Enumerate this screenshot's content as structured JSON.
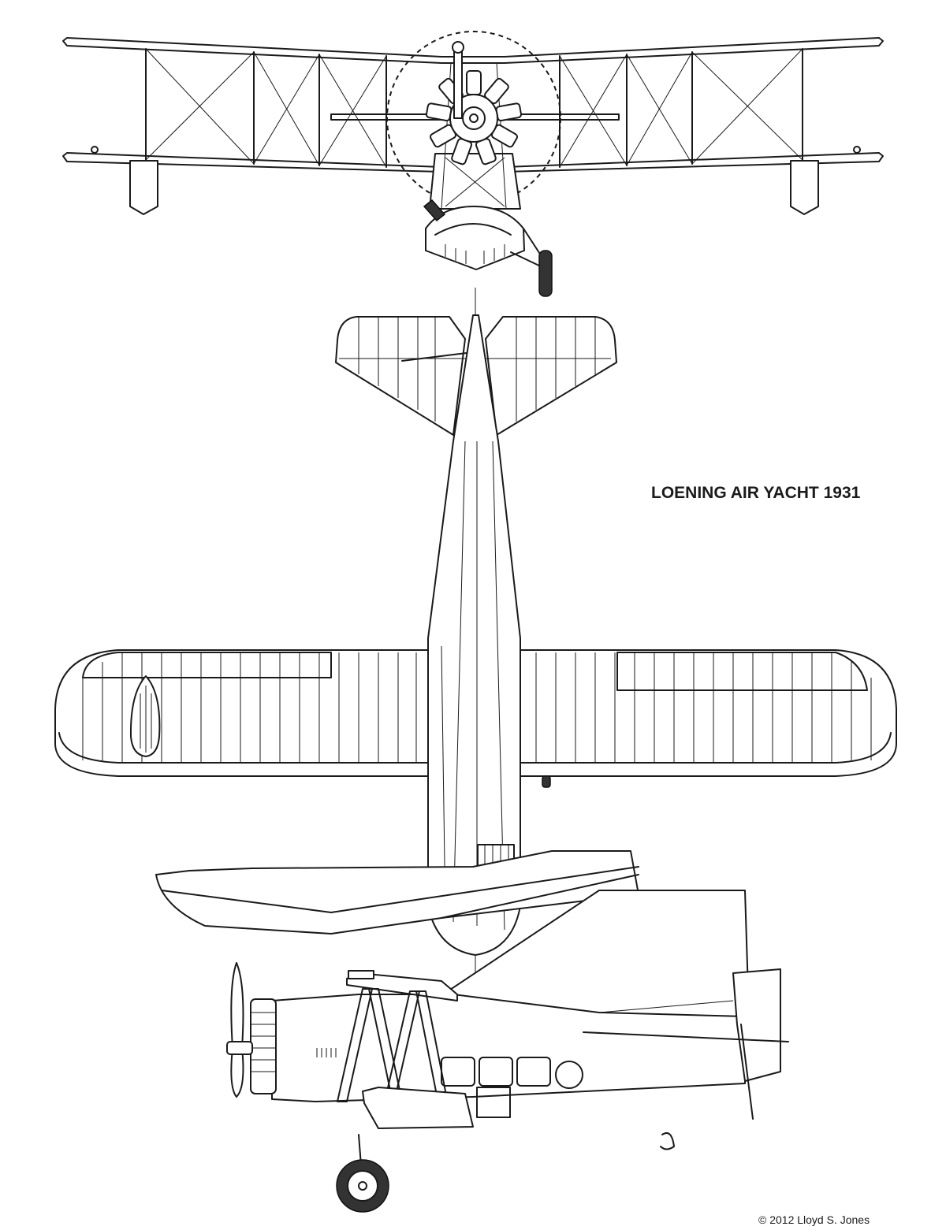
{
  "title": "LOENING AIR YACHT 1931",
  "credit": "© 2012 Lloyd S. Jones",
  "views": [
    "front-view",
    "top-view",
    "side-view"
  ],
  "colors": {
    "line": "#1a1a1a",
    "background": "#ffffff"
  }
}
